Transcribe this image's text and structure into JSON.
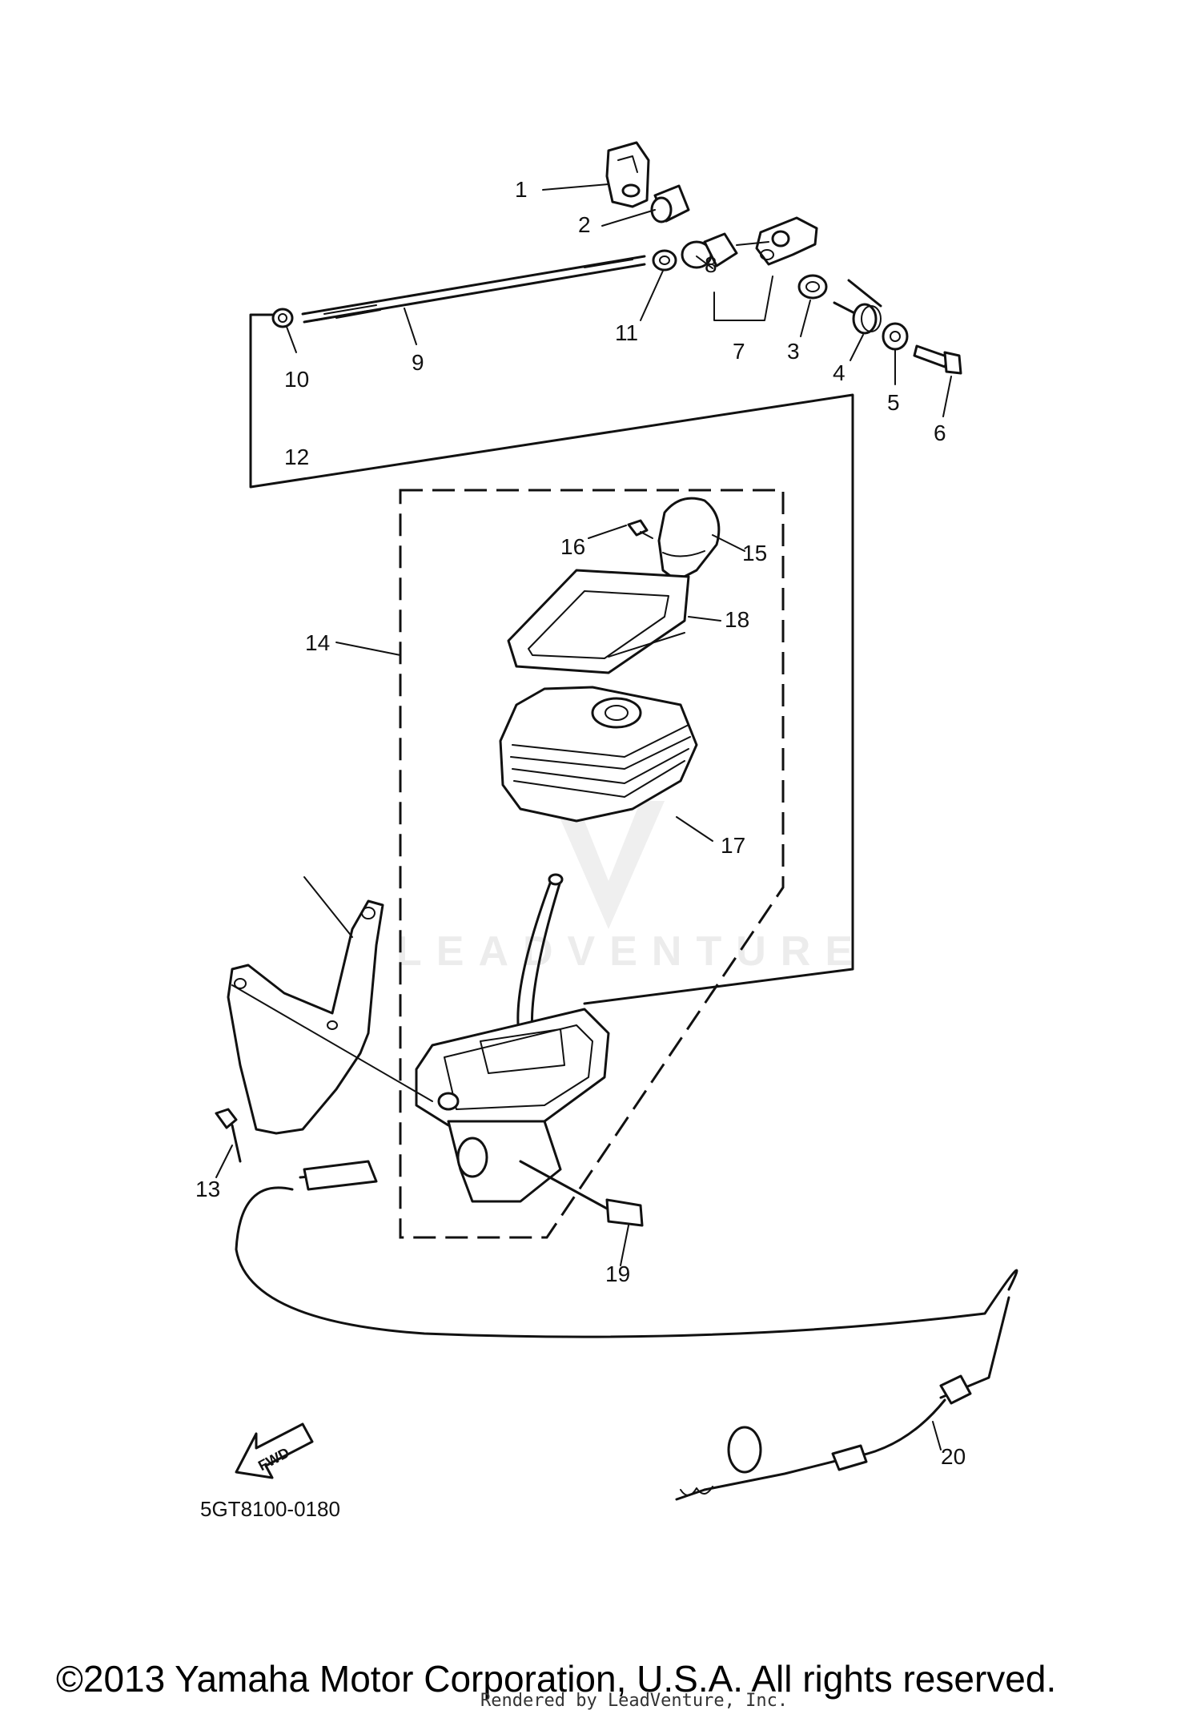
{
  "callouts": {
    "c1": "1",
    "c2": "2",
    "c3": "3",
    "c4": "4",
    "c5": "5",
    "c6": "6",
    "c7": "7",
    "c8": "8",
    "c9": "9",
    "c10": "10",
    "c11": "11",
    "c12": "12",
    "c13": "13",
    "c14": "14",
    "c15": "15",
    "c16": "16",
    "c17": "17",
    "c18": "18",
    "c19": "19",
    "c20": "20"
  },
  "fwd_label": "FWD",
  "diagram_code": "5GT8100-0180",
  "watermark": "LEADVENTURE",
  "copyright": "©2013 Yamaha Motor Corporation, U.S.A. All rights reserved.",
  "rendered_by": "Rendered by LeadVenture, Inc."
}
